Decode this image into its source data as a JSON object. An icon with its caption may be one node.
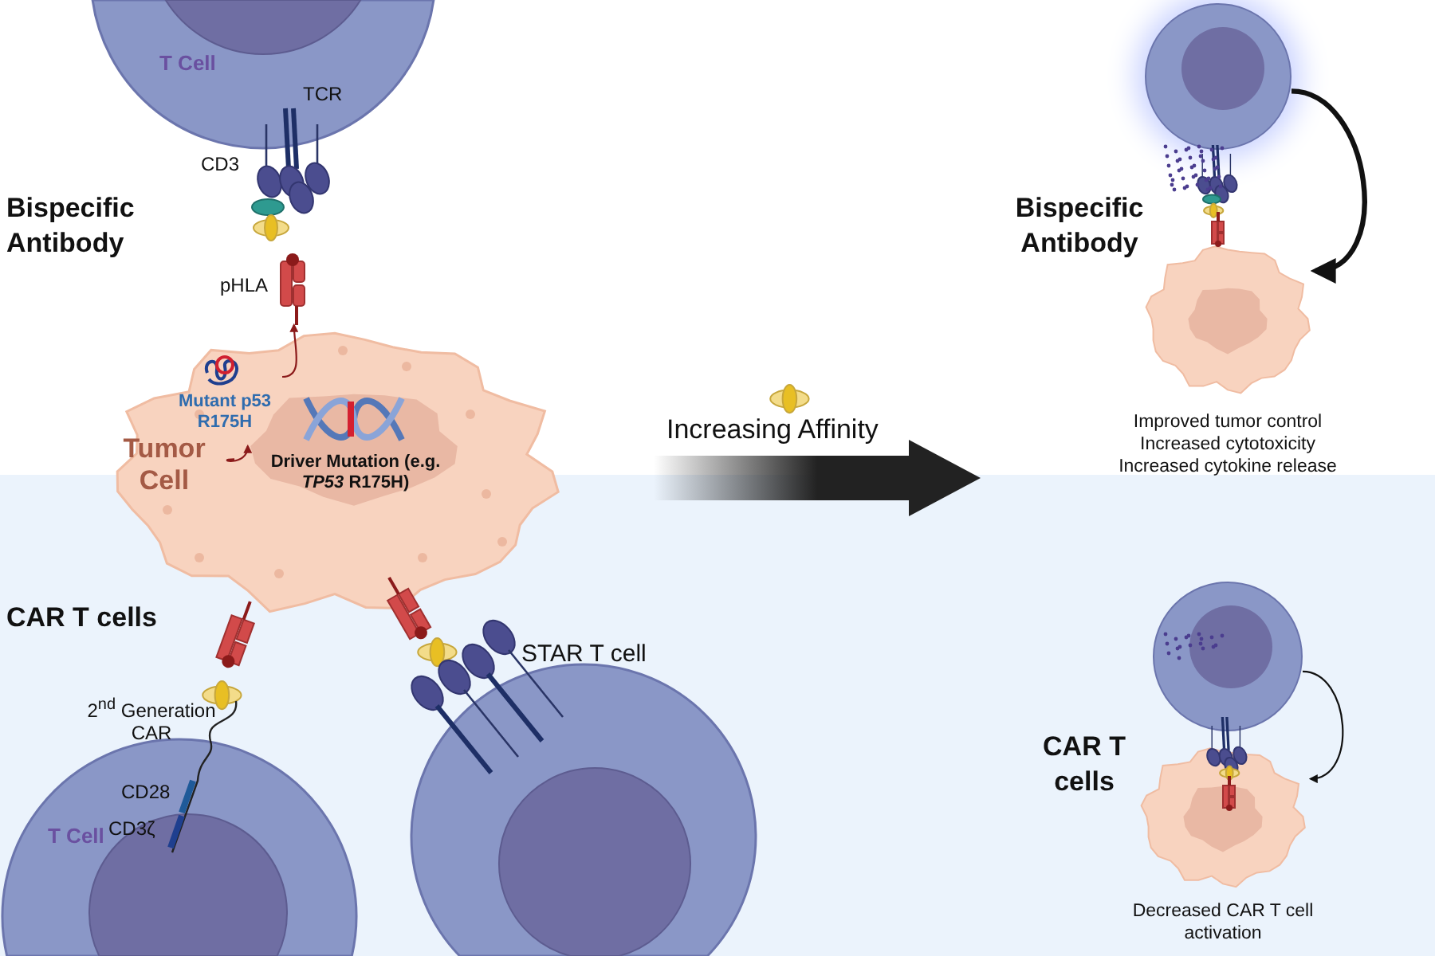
{
  "diagram": {
    "nodes": [
      {
        "text": [
          "T Cell"
        ]
      },
      {
        "text": [
          "Tumor Cell"
        ]
      },
      {
        "text": [
          "Mutant p53 R175H"
        ],
        "in": 1
      },
      {
        "text": [
          "Driver Mutation (e.g. *TP53* R175H)"
        ],
        "in": 1
      },
      {
        "text": [
          "pHLA"
        ]
      },
      {
        "text": [
          "T Cell"
        ]
      },
      {
        "text": [
          "STAR T cell"
        ]
      },
      {
        "text": [],
        "shape": "circle"
      },
      {
        "text": [],
        "shape": "blob",
        "beside": [
          "Improved tumor control",
          "Increased cytotoxicity",
          "Increased cytokine release"
        ]
      },
      {
        "text": [],
        "shape": "circle"
      },
      {
        "text": [],
        "shape": "blob",
        "beside": [
          "Decreased CAR T cell activation"
        ]
      }
    ],
    "edges": [
      {
        "from": 3,
        "to": 2,
        "arrow": "to",
        "color": "#8b1a1a"
      },
      {
        "from": 2,
        "to": 4,
        "arrow": "to",
        "color": "#8b1a1a"
      },
      {
        "from": 7,
        "to": 8,
        "arrow": "to",
        "style": "thick",
        "color": "#111111"
      },
      {
        "from": 9,
        "to": 10,
        "arrow": "to",
        "color": "#111111"
      }
    ],
    "labels": [
      "Bispecific Antibody",
      "TCR",
      "CD3",
      "CAR T cells",
      "2$^{nd}$ Generation CAR",
      "CD28",
      "CD3ζ",
      "Increasing Affinity",
      "Bispecific Antibody",
      "CAR T cells"
    ]
  }
}
